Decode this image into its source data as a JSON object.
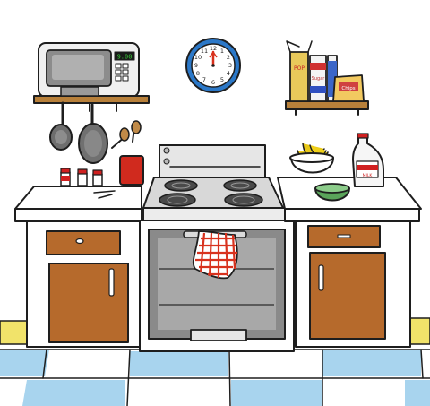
{
  "scene": {
    "clock": {
      "numerals": [
        "12",
        "1",
        "2",
        "3",
        "4",
        "5",
        "6",
        "7",
        "8",
        "9",
        "10",
        "11"
      ],
      "hand_color": "#d8301c",
      "face_color": "#ffffff",
      "rim_color": "#2b78c8"
    },
    "microwave": {
      "display": "9:00",
      "display_color": "#3ad03a"
    },
    "shelf_items": {
      "box_left_label": "POP",
      "box_middle_label": "Sugar",
      "bag_label": "Chips"
    },
    "milk_jug": {
      "label": "MILK"
    },
    "colors": {
      "counter_top": "#ffffff",
      "cabinet_wood": "#b66a2c",
      "floor_blue": "#a8d4ee",
      "wall_shelf": "#b8803a",
      "towel_red": "#d8321e",
      "bowl_green": "#5aa45a",
      "banana_yellow": "#f0d018",
      "stove_gray": "#e6e6e6",
      "oven_window": "#8a8a8a",
      "baseboard_yellow": "#f1e36a"
    }
  }
}
